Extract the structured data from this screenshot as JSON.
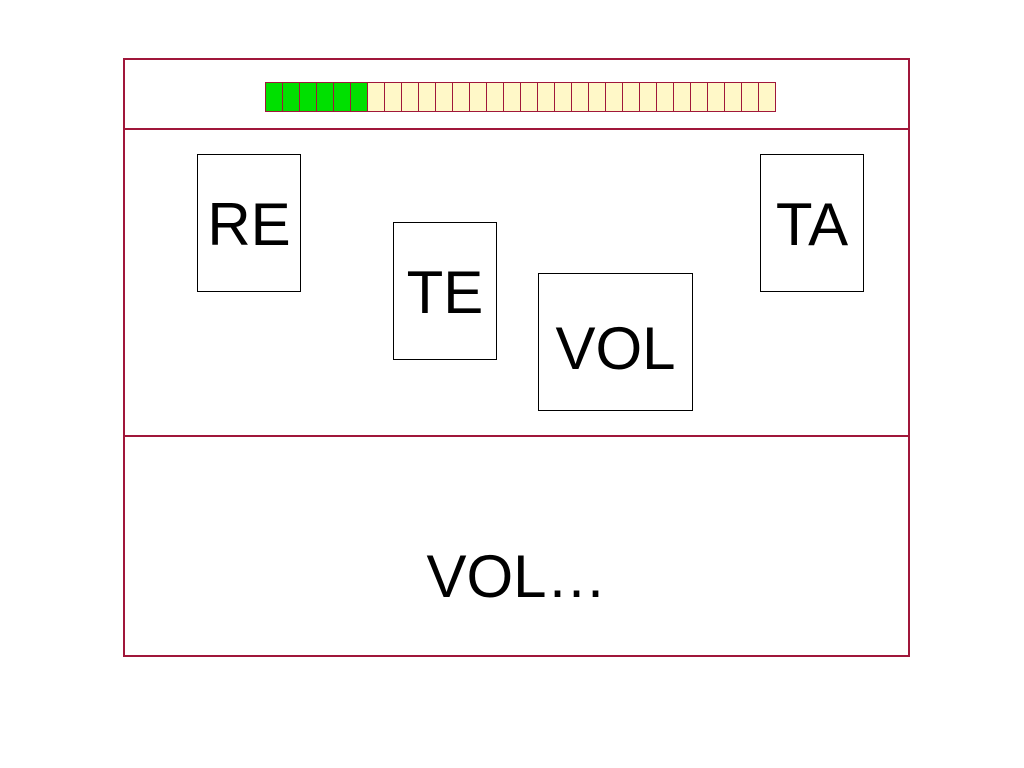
{
  "progress": {
    "total_cells": 30,
    "filled_cells": 6,
    "filled_color": "#00e000",
    "empty_color": "#fff8c8",
    "border_color": "#a0173a"
  },
  "cards": {
    "re": "RE",
    "te": "TE",
    "vol": "VOL",
    "ta": "TA"
  },
  "answer": {
    "text": "VOL…"
  }
}
